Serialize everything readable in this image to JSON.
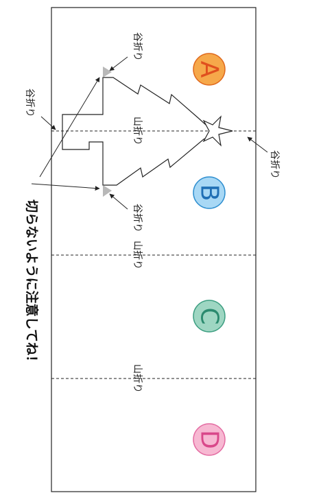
{
  "colors": {
    "circle_a_fill": "#F6A84A",
    "circle_a_stroke": "#E06A1E",
    "circle_a_text": "#E0501E",
    "circle_b_fill": "#A8D8F5",
    "circle_b_stroke": "#2F8FD0",
    "circle_b_text": "#1F6FB5",
    "circle_c_fill": "#9ED6C2",
    "circle_c_stroke": "#3E9F82",
    "circle_c_text": "#2A8A6E",
    "circle_d_fill": "#F7B8D2",
    "circle_d_stroke": "#E46CA2",
    "circle_d_text": "#D9488A",
    "marker_gray": "#b8b8b8"
  },
  "panels": {
    "a": "A",
    "b": "B",
    "c": "C",
    "d": "D"
  },
  "fold": {
    "valley": "谷折り",
    "mountain": "山折り"
  },
  "warning": "切らないように注意してね！"
}
